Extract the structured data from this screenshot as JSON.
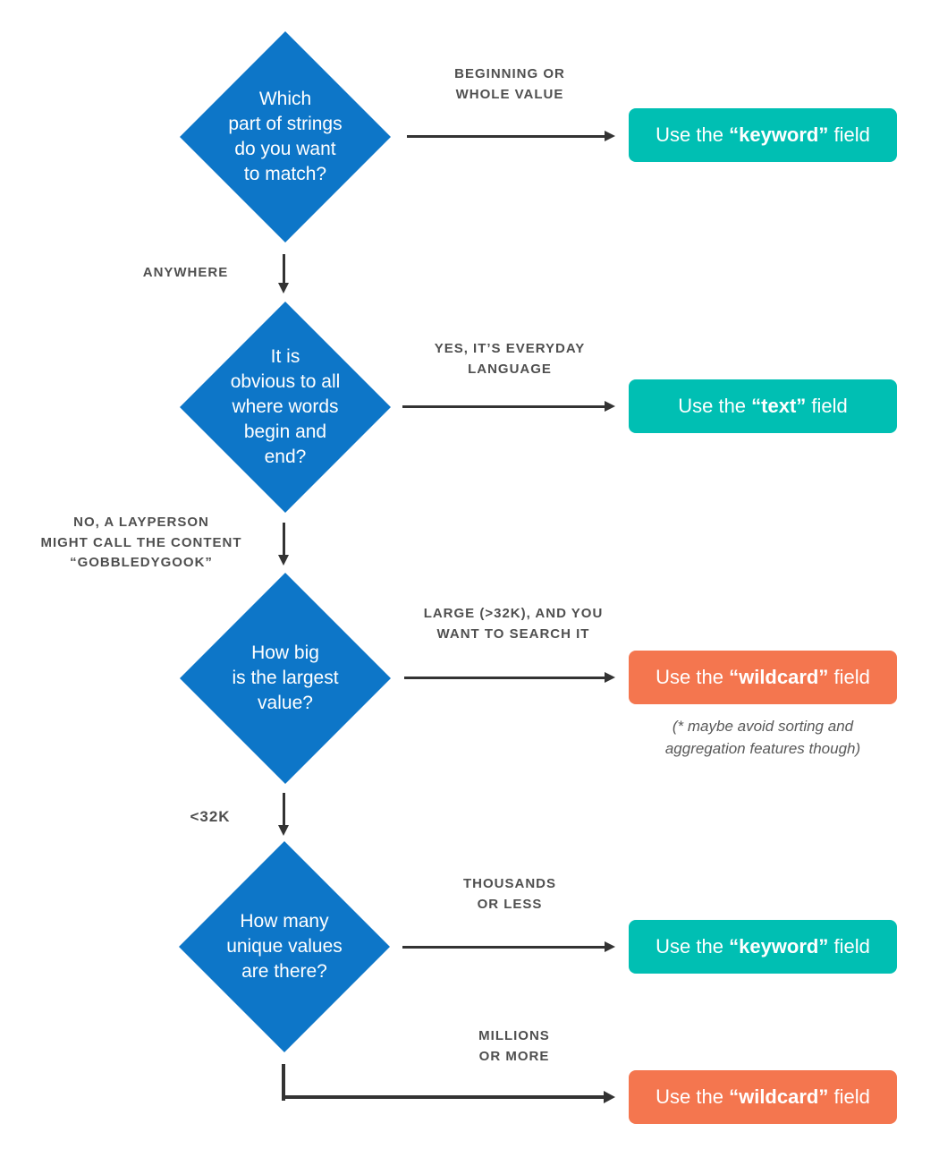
{
  "colors": {
    "blue": "#0d76c8",
    "teal": "#00bfb3",
    "orange": "#f4764f",
    "line": "#333333",
    "label": "#4f4f4f"
  },
  "diamonds": [
    {
      "id": "match-part",
      "text": "Which\npart of strings\ndo you want\nto match?"
    },
    {
      "id": "word-boundaries",
      "text": "It is\nobvious to all\nwhere words\nbegin and\nend?"
    },
    {
      "id": "value-size",
      "text": "How big\nis the largest\nvalue?"
    },
    {
      "id": "cardinality",
      "text": "How many\nunique values\nare there?"
    }
  ],
  "edge_labels": {
    "beginning_or_whole": "BEGINNING OR\nWHOLE VALUE",
    "anywhere": "ANYWHERE",
    "yes_everyday": "YES, IT’S EVERYDAY\nLANGUAGE",
    "no_gobbledygook": "NO, A LAYPERSON\nMIGHT CALL THE CONTENT\n“GOBBLEDYGOOK”",
    "large_search": "LARGE (>32K), AND YOU\nWANT TO SEARCH IT",
    "under_32k": "<32K",
    "thousands_or_less": "THOUSANDS\nOR LESS",
    "millions_or_more": "MILLIONS\nOR MORE"
  },
  "results": [
    {
      "prefix": "Use the ",
      "field": "“keyword”",
      "suffix": " field",
      "variant": "teal"
    },
    {
      "prefix": "Use the ",
      "field": "“text”",
      "suffix": " field",
      "variant": "teal"
    },
    {
      "prefix": "Use the ",
      "field": "“wildcard”",
      "suffix": " field",
      "variant": "orange"
    },
    {
      "prefix": "Use the ",
      "field": "“keyword”",
      "suffix": " field",
      "variant": "teal"
    },
    {
      "prefix": "Use the ",
      "field": "“wildcard”",
      "suffix": " field",
      "variant": "orange"
    }
  ],
  "note": "(* maybe avoid sorting and\naggregation features though)"
}
